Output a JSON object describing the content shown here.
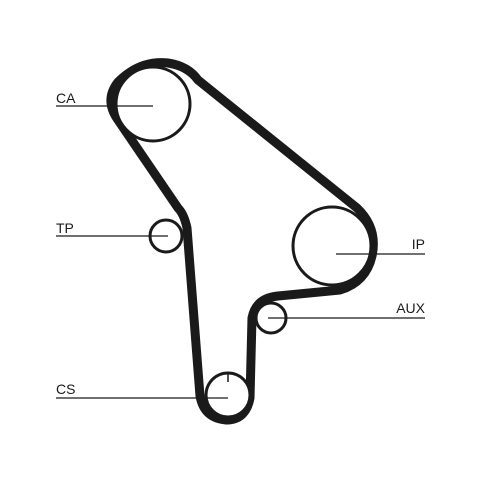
{
  "labels": {
    "ca": "CA",
    "tp": "TP",
    "ip": "IP",
    "aux": "AUX",
    "cs": "CS"
  },
  "colors": {
    "belt": "#1a1a1a",
    "background": "#ffffff"
  }
}
